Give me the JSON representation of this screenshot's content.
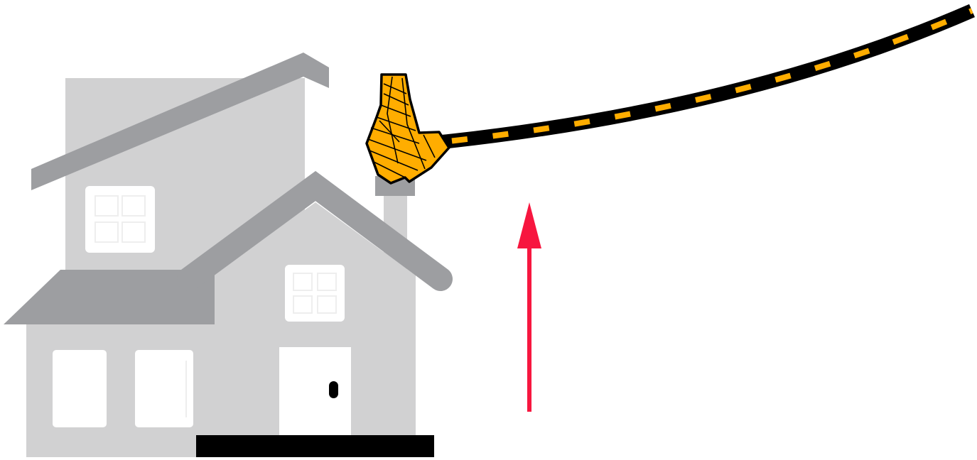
{
  "scene": {
    "background_color": "#ffffff",
    "colors": {
      "house_wall": "#d1d1d2",
      "house_roof": "#9d9ea1",
      "window": "#ffffff",
      "door": "#ffffff",
      "door_knob": "#000000",
      "ground_bar": "#000000",
      "hose_outline": "#000000",
      "hose_stripe": "#ffad00",
      "nozzle_fill": "#ffad00",
      "arrow": "#f7163f"
    },
    "elements": {
      "house": "house-illustration",
      "chimney": "chimney",
      "nozzle": "vent-nozzle-icon",
      "hose": "flexible-hose",
      "arrow": "up-arrow-icon",
      "ground": "ground-base"
    }
  }
}
